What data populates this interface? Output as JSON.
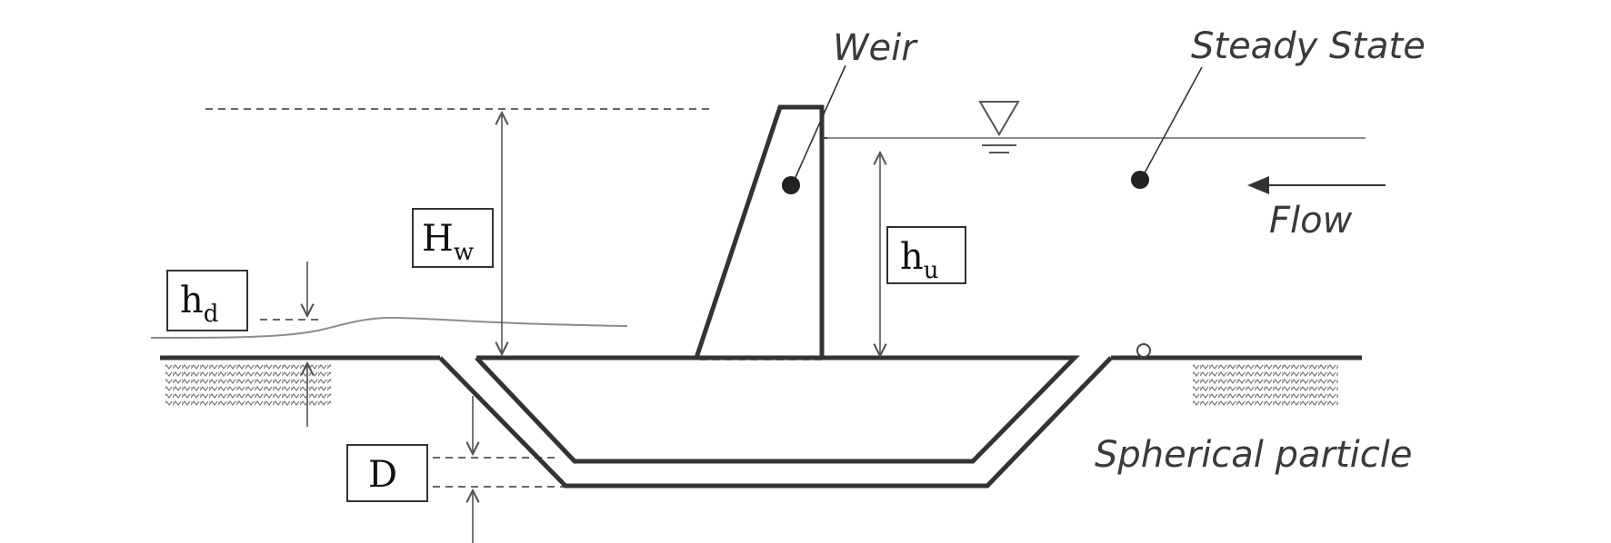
{
  "labels": {
    "weir": "Weir",
    "steady_state": "Steady State",
    "flow": "Flow",
    "spherical_particle": "Spherical particle"
  },
  "dimensions": {
    "hw": {
      "main": "H",
      "sub": "w"
    },
    "hu": {
      "main": "h",
      "sub": "u"
    },
    "hd": {
      "main": "h",
      "sub": "d"
    },
    "d": {
      "main": "D"
    }
  },
  "colors": {
    "structure": "#333333",
    "water_line": "#8c8c8c",
    "text": "#3a3a3a",
    "soil_hatch": "#7a7a7a"
  },
  "icons": {
    "water_surface": "inverted-triangle-water-level-icon",
    "flow_direction": "arrow-left-icon"
  }
}
